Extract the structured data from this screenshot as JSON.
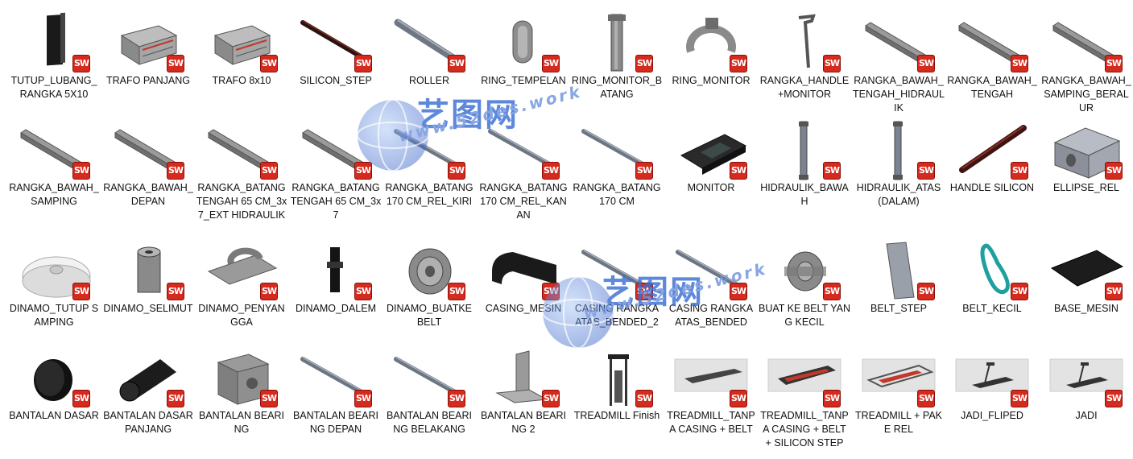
{
  "badge_label": "SW",
  "watermark": {
    "cn": "艺图网",
    "url": "www.52des.work"
  },
  "files": [
    {
      "name": "TUTUP_LUBANG_RANGKA 5X10",
      "icon": "black-panel"
    },
    {
      "name": "TRAFO PANJANG",
      "icon": "transformer"
    },
    {
      "name": "TRAFO 8x10",
      "icon": "transformer"
    },
    {
      "name": "SILICON_STEP",
      "icon": "dark-rod"
    },
    {
      "name": "ROLLER",
      "icon": "roller"
    },
    {
      "name": "RING_TEMPELAN",
      "icon": "ring-tab"
    },
    {
      "name": "RING_MONITOR_BATANG",
      "icon": "vertical-post"
    },
    {
      "name": "RING_MONITOR",
      "icon": "clamp-ring"
    },
    {
      "name": "RANGKA_HANDLE+MONITOR",
      "icon": "handle-arm"
    },
    {
      "name": "RANGKA_BAWAH_TENGAH_HIDRAULIK",
      "icon": "long-bar"
    },
    {
      "name": "RANGKA_BAWAH_TENGAH",
      "icon": "long-bar"
    },
    {
      "name": "RANGKA_BAWAH_SAMPING_BERALUR",
      "icon": "long-bar"
    },
    {
      "name": "RANGKA_BAWAH_SAMPING",
      "icon": "long-bar"
    },
    {
      "name": "RANGKA_BAWAH_DEPAN",
      "icon": "long-bar"
    },
    {
      "name": "RANGKA_BATANG TENGAH 65 CM_3x7_EXT HIDRAULIK",
      "icon": "long-bar"
    },
    {
      "name": "RANGKA_BATANG TENGAH 65 CM_3x7",
      "icon": "long-bar"
    },
    {
      "name": "RANGKA_BATANG 170 CM_REL_KIRI",
      "icon": "thin-rod"
    },
    {
      "name": "RANGKA_BATANG 170 CM_REL_KANAN",
      "icon": "thin-rod"
    },
    {
      "name": "RANGKA_BATANG 170 CM",
      "icon": "thin-rod"
    },
    {
      "name": "MONITOR",
      "icon": "monitor-console"
    },
    {
      "name": "HIDRAULIK_BAWAH",
      "icon": "piston"
    },
    {
      "name": "HIDRAULIK_ATAS (DALAM)",
      "icon": "piston"
    },
    {
      "name": "HANDLE SILICON",
      "icon": "dark-red-rod"
    },
    {
      "name": "ELLIPSE_REL",
      "icon": "gray-block"
    },
    {
      "name": "DINAMO_TUTUP SAMPING",
      "icon": "white-disc"
    },
    {
      "name": "DINAMO_SELIMUT",
      "icon": "cylinder"
    },
    {
      "name": "DINAMO_PENYANGGA",
      "icon": "bracket-mount"
    },
    {
      "name": "DINAMO_DALEM",
      "icon": "black-shaft"
    },
    {
      "name": "DINAMO_BUATKE BELT",
      "icon": "pulley"
    },
    {
      "name": "CASING_MESIN",
      "icon": "black-casing"
    },
    {
      "name": "CASING RANGKA ATAS_BENDED_2",
      "icon": "thin-rod"
    },
    {
      "name": "CASING RANGKA ATAS_BENDED",
      "icon": "thin-rod"
    },
    {
      "name": "BUAT KE BELT YANG KECIL",
      "icon": "small-pulley"
    },
    {
      "name": "BELT_STEP",
      "icon": "flat-plate"
    },
    {
      "name": "BELT_KECIL",
      "icon": "teal-loop"
    },
    {
      "name": "BASE_MESIN",
      "icon": "black-plate"
    },
    {
      "name": "BANTALAN DASAR",
      "icon": "black-puck"
    },
    {
      "name": "BANTALAN DASAR PANJANG",
      "icon": "black-cylinder"
    },
    {
      "name": "BANTALAN BEARING",
      "icon": "bearing-box"
    },
    {
      "name": "BANTALAN BEARING DEPAN",
      "icon": "thin-rod"
    },
    {
      "name": "BANTALAN BEARING BELAKANG",
      "icon": "thin-rod"
    },
    {
      "name": "BANTALAN BEARING 2",
      "icon": "l-bracket"
    },
    {
      "name": "TREADMILL Finish",
      "icon": "treadmill-frame"
    },
    {
      "name": "TREADMILL_TANPA CASING + BELT",
      "icon": "render-flat"
    },
    {
      "name": "TREADMILL_TANPA CASING + BELT + SILICON STEP",
      "icon": "render-red"
    },
    {
      "name": "TREADMILL + PAKE REL",
      "icon": "render-rails"
    },
    {
      "name": "JADI_FLIPED",
      "icon": "render-treadmill"
    },
    {
      "name": "JADI",
      "icon": "render-treadmill"
    }
  ]
}
